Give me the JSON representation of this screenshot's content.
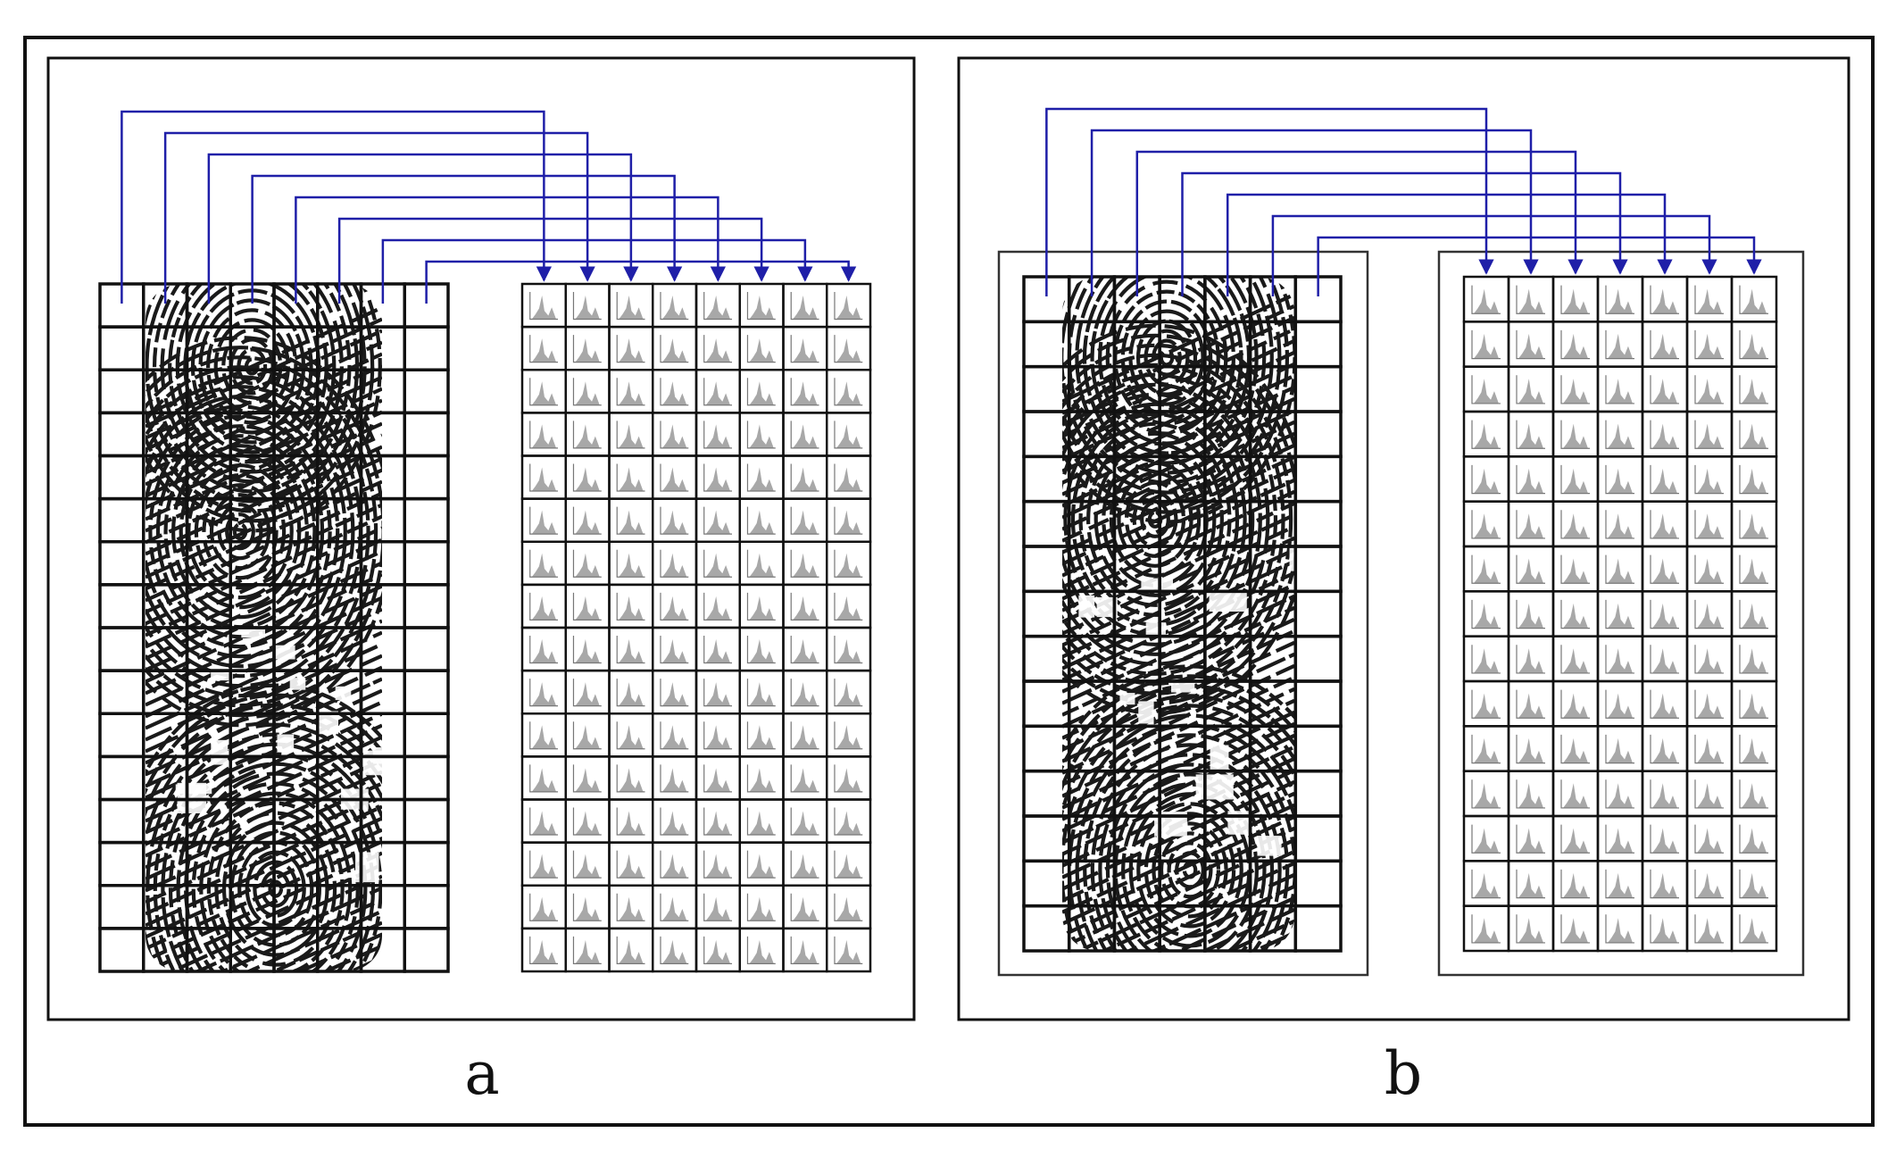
{
  "panels": [
    {
      "label": "a",
      "cols": 8,
      "rows": 16,
      "inner_frame": false
    },
    {
      "label": "b",
      "cols": 7,
      "rows": 15,
      "inner_frame": true
    }
  ],
  "colors": {
    "grid": "#111111",
    "arrow": "#1f1fa8",
    "histogram": "#a8a8a8",
    "print_ridge": "#1a1a1a",
    "frame": "#111111"
  }
}
